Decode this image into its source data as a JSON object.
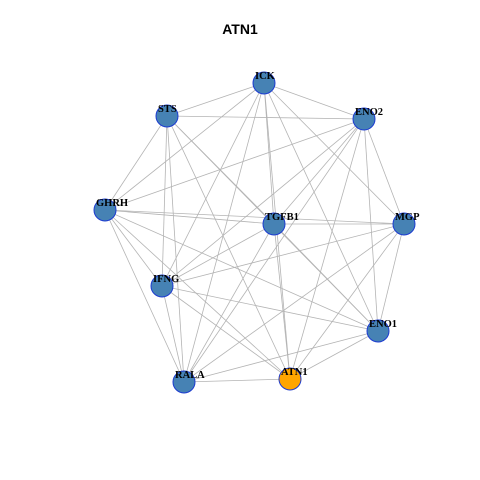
{
  "title": "ATN1",
  "colors": {
    "node_fill": "#4682b4",
    "node_border": "#1c3bd1",
    "hub_fill": "#ffa500",
    "edge": "#b4b4b4"
  },
  "nodes": [
    {
      "id": "ICK",
      "label": "ICK"
    },
    {
      "id": "STS",
      "label": "STS"
    },
    {
      "id": "ENO2",
      "label": "ENO2"
    },
    {
      "id": "GHRH",
      "label": "GHRH"
    },
    {
      "id": "TGFB1",
      "label": "TGFB1"
    },
    {
      "id": "MGP",
      "label": "MGP"
    },
    {
      "id": "IFNG",
      "label": "IFNG"
    },
    {
      "id": "ENO1",
      "label": "ENO1"
    },
    {
      "id": "RALA",
      "label": "RALA"
    },
    {
      "id": "ATN1",
      "label": "ATN1",
      "highlight": true
    }
  ],
  "edges": [
    [
      "ICK",
      "STS"
    ],
    [
      "ICK",
      "ENO2"
    ],
    [
      "ICK",
      "GHRH"
    ],
    [
      "ICK",
      "TGFB1"
    ],
    [
      "ICK",
      "MGP"
    ],
    [
      "ICK",
      "IFNG"
    ],
    [
      "ICK",
      "ENO1"
    ],
    [
      "ICK",
      "RALA"
    ],
    [
      "ICK",
      "ATN1"
    ],
    [
      "STS",
      "ENO2"
    ],
    [
      "STS",
      "GHRH"
    ],
    [
      "STS",
      "TGFB1"
    ],
    [
      "STS",
      "IFNG"
    ],
    [
      "STS",
      "ENO1"
    ],
    [
      "STS",
      "RALA"
    ],
    [
      "STS",
      "ATN1"
    ],
    [
      "ENO2",
      "GHRH"
    ],
    [
      "ENO2",
      "TGFB1"
    ],
    [
      "ENO2",
      "MGP"
    ],
    [
      "ENO2",
      "IFNG"
    ],
    [
      "ENO2",
      "ENO1"
    ],
    [
      "ENO2",
      "RALA"
    ],
    [
      "ENO2",
      "ATN1"
    ],
    [
      "GHRH",
      "TGFB1"
    ],
    [
      "GHRH",
      "MGP"
    ],
    [
      "GHRH",
      "IFNG"
    ],
    [
      "GHRH",
      "ENO1"
    ],
    [
      "GHRH",
      "RALA"
    ],
    [
      "GHRH",
      "ATN1"
    ],
    [
      "TGFB1",
      "MGP"
    ],
    [
      "TGFB1",
      "IFNG"
    ],
    [
      "TGFB1",
      "ENO1"
    ],
    [
      "TGFB1",
      "RALA"
    ],
    [
      "TGFB1",
      "ATN1"
    ],
    [
      "MGP",
      "IFNG"
    ],
    [
      "MGP",
      "ENO1"
    ],
    [
      "MGP",
      "RALA"
    ],
    [
      "MGP",
      "ATN1"
    ],
    [
      "IFNG",
      "ENO1"
    ],
    [
      "IFNG",
      "RALA"
    ],
    [
      "IFNG",
      "ATN1"
    ],
    [
      "ENO1",
      "RALA"
    ],
    [
      "ENO1",
      "ATN1"
    ],
    [
      "RALA",
      "ATN1"
    ]
  ]
}
